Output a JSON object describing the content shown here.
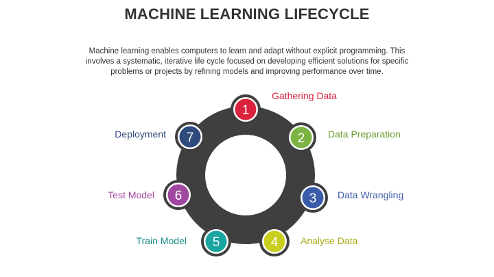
{
  "title": "MACHINE LEARNING LIFECYCLE",
  "description": "Machine learning enables computers to learn and adapt without explicit programming. This involves a systematic, iterative life cycle focused on developing efficient solutions for specific problems or projects by refining models and improving performance over time.",
  "ring_color": "#3f3f3f",
  "steps": [
    {
      "number": "1",
      "label": "Gathering Data",
      "color": "#d9223c",
      "label_color": "#d9223c"
    },
    {
      "number": "2",
      "label": "Data Preparation",
      "color": "#7cb342",
      "label_color": "#6a9e2e"
    },
    {
      "number": "3",
      "label": "Data Wrangling",
      "color": "#3a5ca8",
      "label_color": "#3a5ca8"
    },
    {
      "number": "4",
      "label": "Analyse Data",
      "color": "#c9cf1e",
      "label_color": "#a6ab10"
    },
    {
      "number": "5",
      "label": "Train Model",
      "color": "#1aa5a0",
      "label_color": "#148c88"
    },
    {
      "number": "6",
      "label": "Test Model",
      "color": "#a0489f",
      "label_color": "#a0489f"
    },
    {
      "number": "7",
      "label": "Deployment",
      "color": "#2f4a7d",
      "label_color": "#2f4a7d"
    }
  ]
}
